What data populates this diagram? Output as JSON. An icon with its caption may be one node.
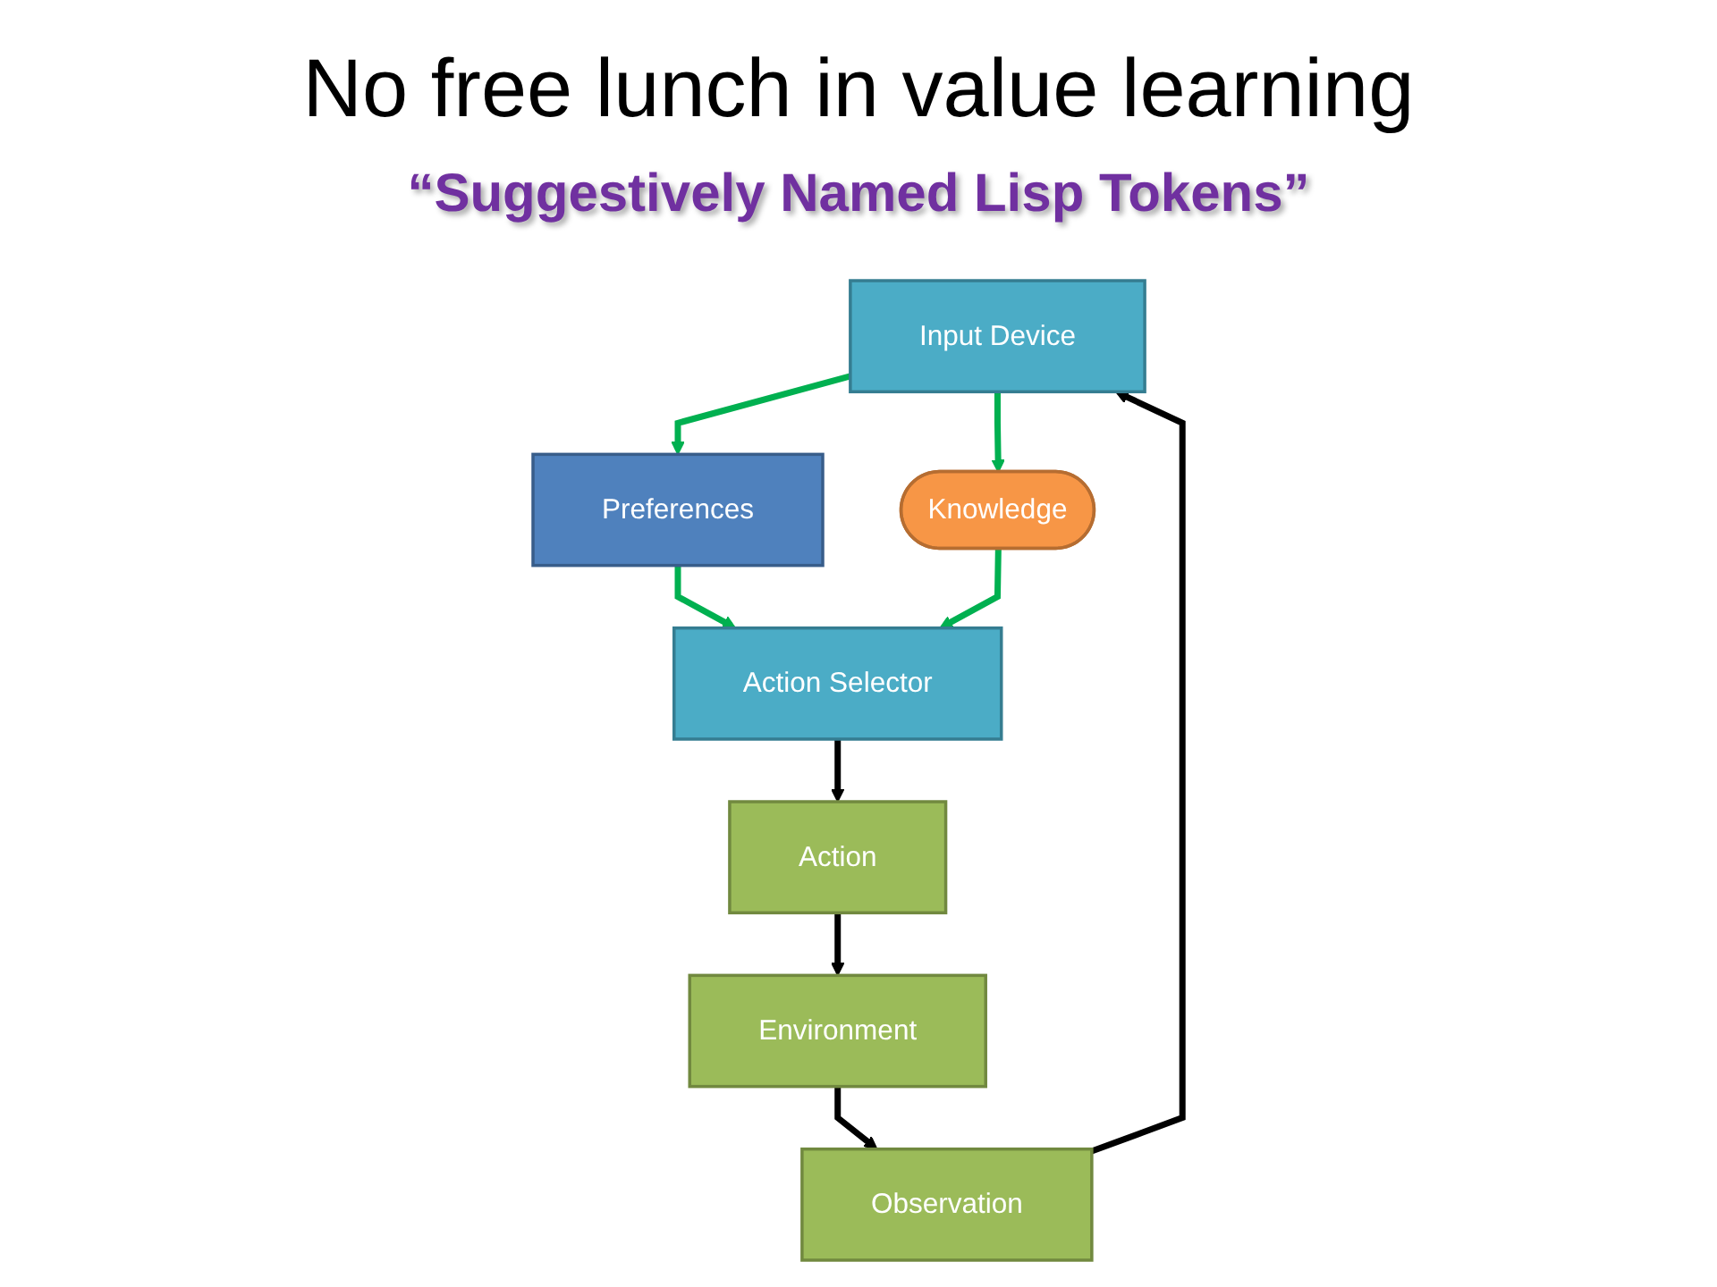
{
  "diagram": {
    "title": "No free lunch in value learning",
    "nodes": [
      {
        "text": [
          "Input Device"
        ]
      },
      {
        "text": [
          "Observation"
        ]
      },
      {
        "text": [
          "Preferences"
        ]
      },
      {
        "text": [
          "Knowledge"
        ]
      },
      {
        "text": [
          "Environment"
        ]
      },
      {
        "text": [
          "Action Selector"
        ]
      },
      {
        "text": [
          "Action"
        ]
      }
    ],
    "edges": [
      {
        "from": 1,
        "to": 0,
        "arrow": "to"
      },
      {
        "from": 0,
        "to": 2,
        "arrow": "to",
        "color": "#00b050"
      },
      {
        "from": 0,
        "to": 3,
        "arrow": "to",
        "color": "#00b050"
      },
      {
        "from": 2,
        "to": 5,
        "arrow": "to",
        "color": "#00b050"
      },
      {
        "from": 3,
        "to": 5,
        "arrow": "to",
        "color": "#00b050"
      },
      {
        "from": 5,
        "to": 6,
        "arrow": "to"
      },
      {
        "from": 6,
        "to": 4,
        "arrow": "to"
      },
      {
        "from": 4,
        "to": 1,
        "arrow": "to"
      }
    ],
    "labels": [
      "“Suggestively Named Lisp Tokens”"
    ]
  }
}
